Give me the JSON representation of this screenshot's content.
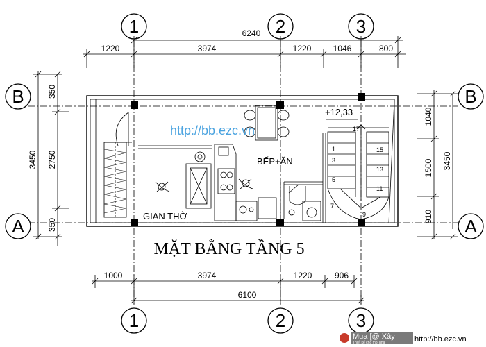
{
  "grid": {
    "columns": [
      "1",
      "2",
      "3"
    ],
    "rows": [
      "B",
      "A"
    ]
  },
  "dims": {
    "top_total": "6240",
    "top": [
      "1220",
      "3974",
      "1220",
      "1046",
      "800"
    ],
    "bottom": [
      "1000",
      "3974",
      "1220",
      "906"
    ],
    "bottom_total": "6100",
    "left_outer": "3450",
    "left": [
      "350",
      "2750",
      "350"
    ],
    "right_outer": "3450",
    "right": [
      "1040",
      "1500",
      "910"
    ]
  },
  "rooms": {
    "kitchen": "BẾP+ĂN",
    "altar": "GIAN THỜ",
    "level": "+12,33"
  },
  "stairs": [
    "1",
    "3",
    "5",
    "7",
    "9",
    "11",
    "13",
    "15",
    "17"
  ],
  "title": "MẶT BẰNG TẦNG 5",
  "watermark": "http://bb.ezc.vn",
  "footer": {
    "brand": "Mua [@ Xây",
    "tagline": "Thiết kế cho mọi nhà",
    "url": "http://bb.ezc.vn"
  }
}
